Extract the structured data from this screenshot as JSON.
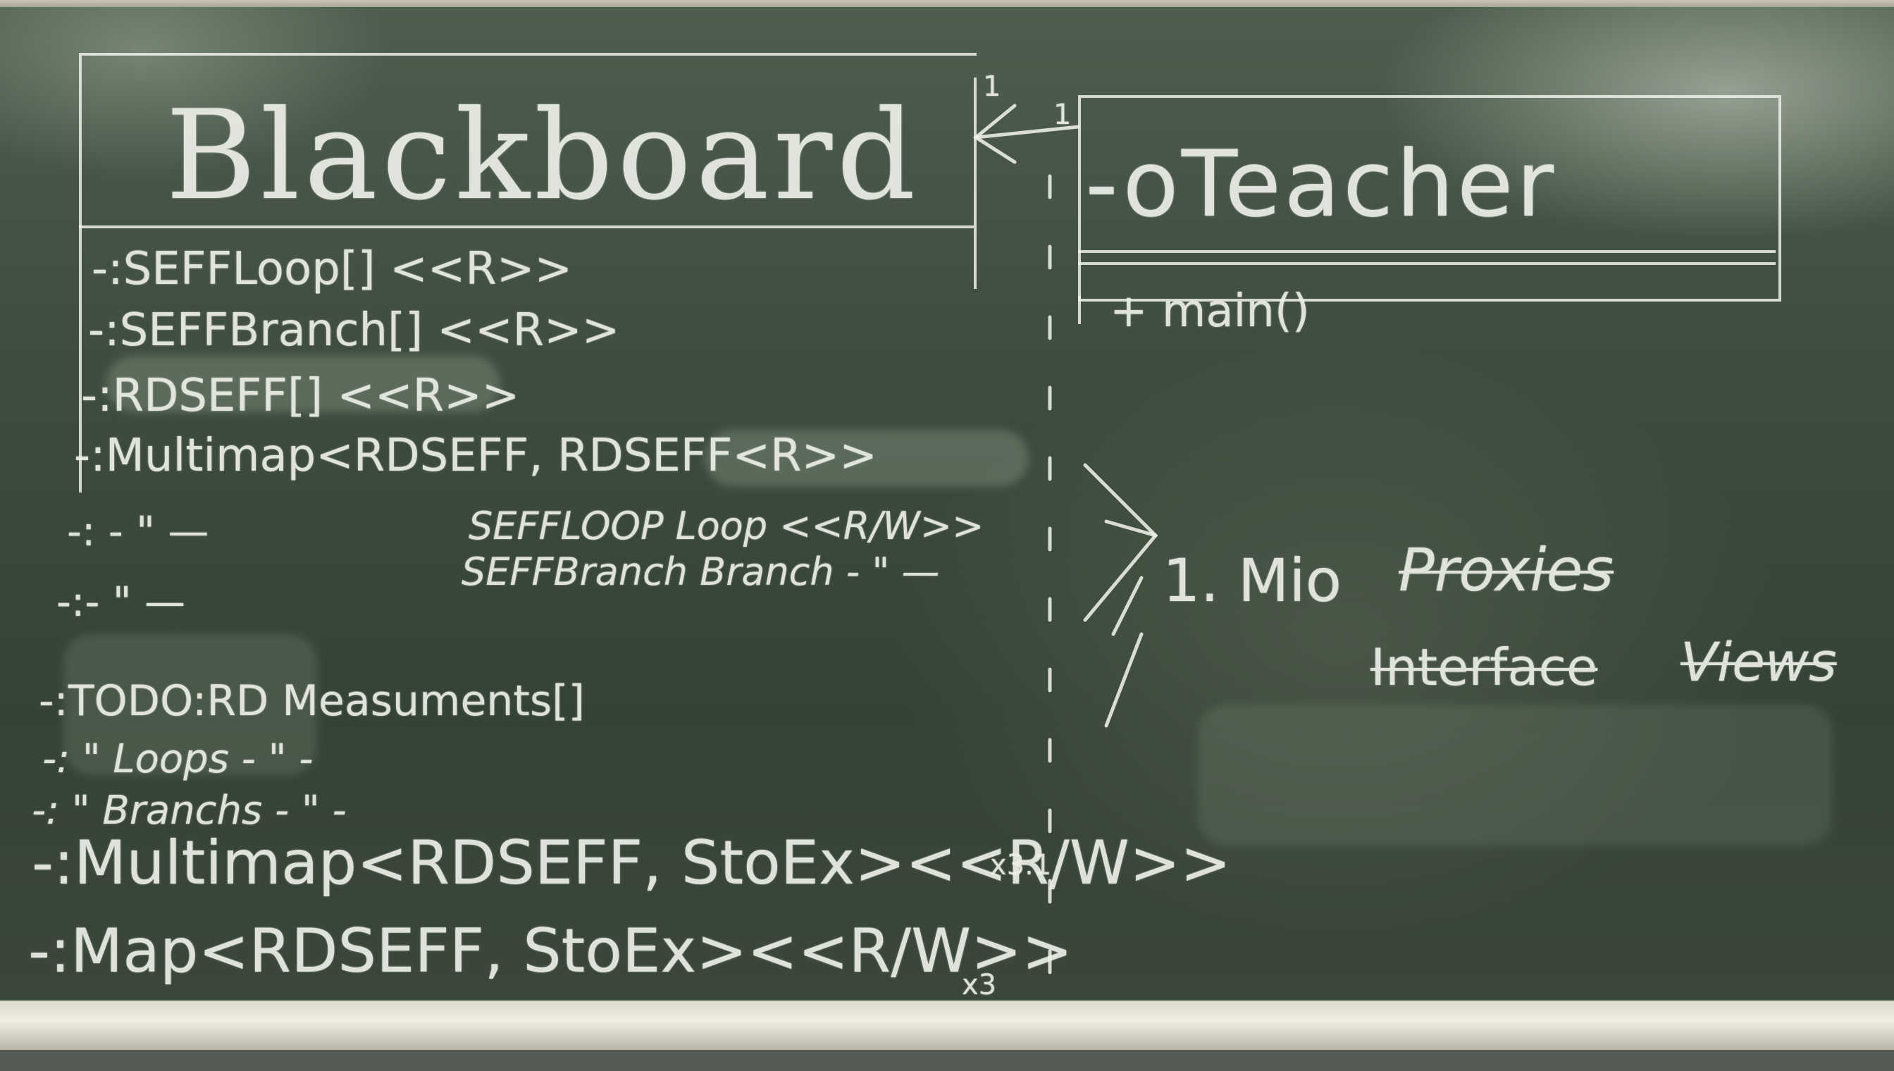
{
  "blackboard_class": {
    "title": "Blackboard",
    "multiplicity": "1",
    "attributes": [
      "-:SEFFLoop[] <<R>>",
      "-:SEFFBranch[] <<R>>",
      "-:RDSEFF[] <<R>>",
      "-:Multimap<RDSEFF, RDSEFF<R>>",
      "-: - \" —",
      "-:- \" —"
    ],
    "notes": [
      "SEFFLOOP Loop <<R/W>>",
      "SEFFBranch Branch - \" —"
    ],
    "lower_lines": [
      "-:TODO:RD Measuments[]",
      "-: \"  Loops - \" -",
      "-: \"  Branchs - \" -",
      "-:Multimap<RDSEFF, StoEx><<R/W>>",
      "-:Map<RDSEFF, StoEx><<R/W>>"
    ],
    "count_marks": [
      "x3.1",
      "x3"
    ]
  },
  "teacher_class": {
    "title": "-oTeacher",
    "multiplicity": "1",
    "operations": [
      "+ main()"
    ]
  },
  "right_notes": {
    "main_item": "1. Mio",
    "struck_items": [
      "Proxies",
      "Interface",
      "Views"
    ]
  }
}
